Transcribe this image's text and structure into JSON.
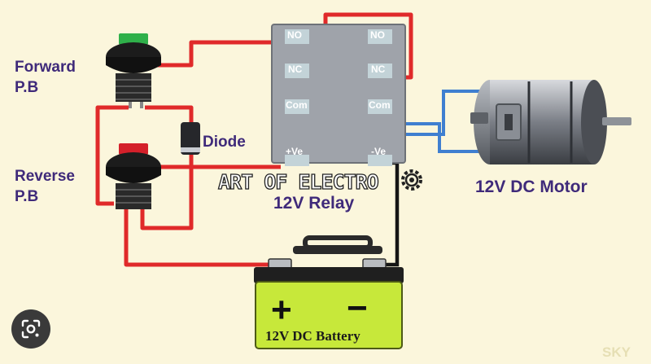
{
  "labels": {
    "forward": [
      "Forward",
      "P.B"
    ],
    "reverse": [
      "Reverse",
      "P.B"
    ],
    "diode": "Diode",
    "relay": "12V Relay",
    "motor": "12V DC Motor",
    "battery": "12V DC Battery",
    "watermark": "ART OF ELECTRO",
    "corner_mark": "SKY"
  },
  "relay_terminals": {
    "left": [
      "NO",
      "NC",
      "Com",
      "+Ve"
    ],
    "right": [
      "NO",
      "NC",
      "Com",
      "-Ve"
    ]
  },
  "battery": {
    "plus": "+",
    "minus": "−"
  },
  "colors": {
    "background": "#fbf6dc",
    "wire_red": "#e02a2a",
    "wire_blue": "#3f7fd0",
    "wire_black": "#151515",
    "relay_body": "#9fa3aa",
    "battery_body": "#c7e83a",
    "label_purple": "#3f2a7a"
  },
  "icons": {
    "lens": "lens-search-icon"
  }
}
